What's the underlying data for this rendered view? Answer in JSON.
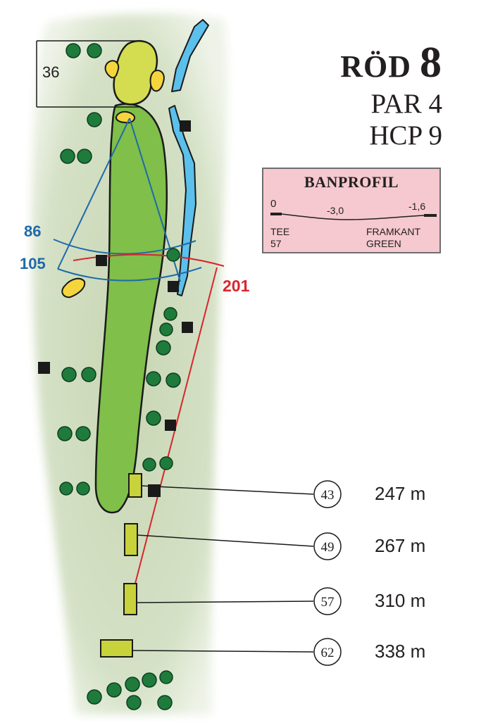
{
  "hole": {
    "name": "RÖD",
    "number": "8",
    "par": "PAR 4",
    "hcp": "HCP 9"
  },
  "profile": {
    "title": "BANPROFIL",
    "start_value": "0",
    "mid_value": "-3,0",
    "end_value": "-1,6",
    "tee_label": "TEE",
    "tee_value": "57",
    "end_label_1": "FRAMKANT",
    "end_label_2": "GREEN"
  },
  "measurements": {
    "green_depth": "36",
    "blue_near": "86",
    "blue_far": "105",
    "red_carry": "201"
  },
  "tees": [
    {
      "marker": "43",
      "distance": "247 m"
    },
    {
      "marker": "49",
      "distance": "267 m"
    },
    {
      "marker": "57",
      "distance": "310 m"
    },
    {
      "marker": "62",
      "distance": "338 m"
    }
  ],
  "colors": {
    "rough": "#cfdcbf",
    "fairway": "#7fbf4a",
    "green": "#d3dd4f",
    "bunker": "#f5d53c",
    "water": "#5bc0eb",
    "tree": "#1e7b3c",
    "blue_line": "#1f6aa8",
    "red_line": "#d7262e",
    "tee_box": "#c8d23a",
    "profile_bg": "#f5c9cf"
  }
}
